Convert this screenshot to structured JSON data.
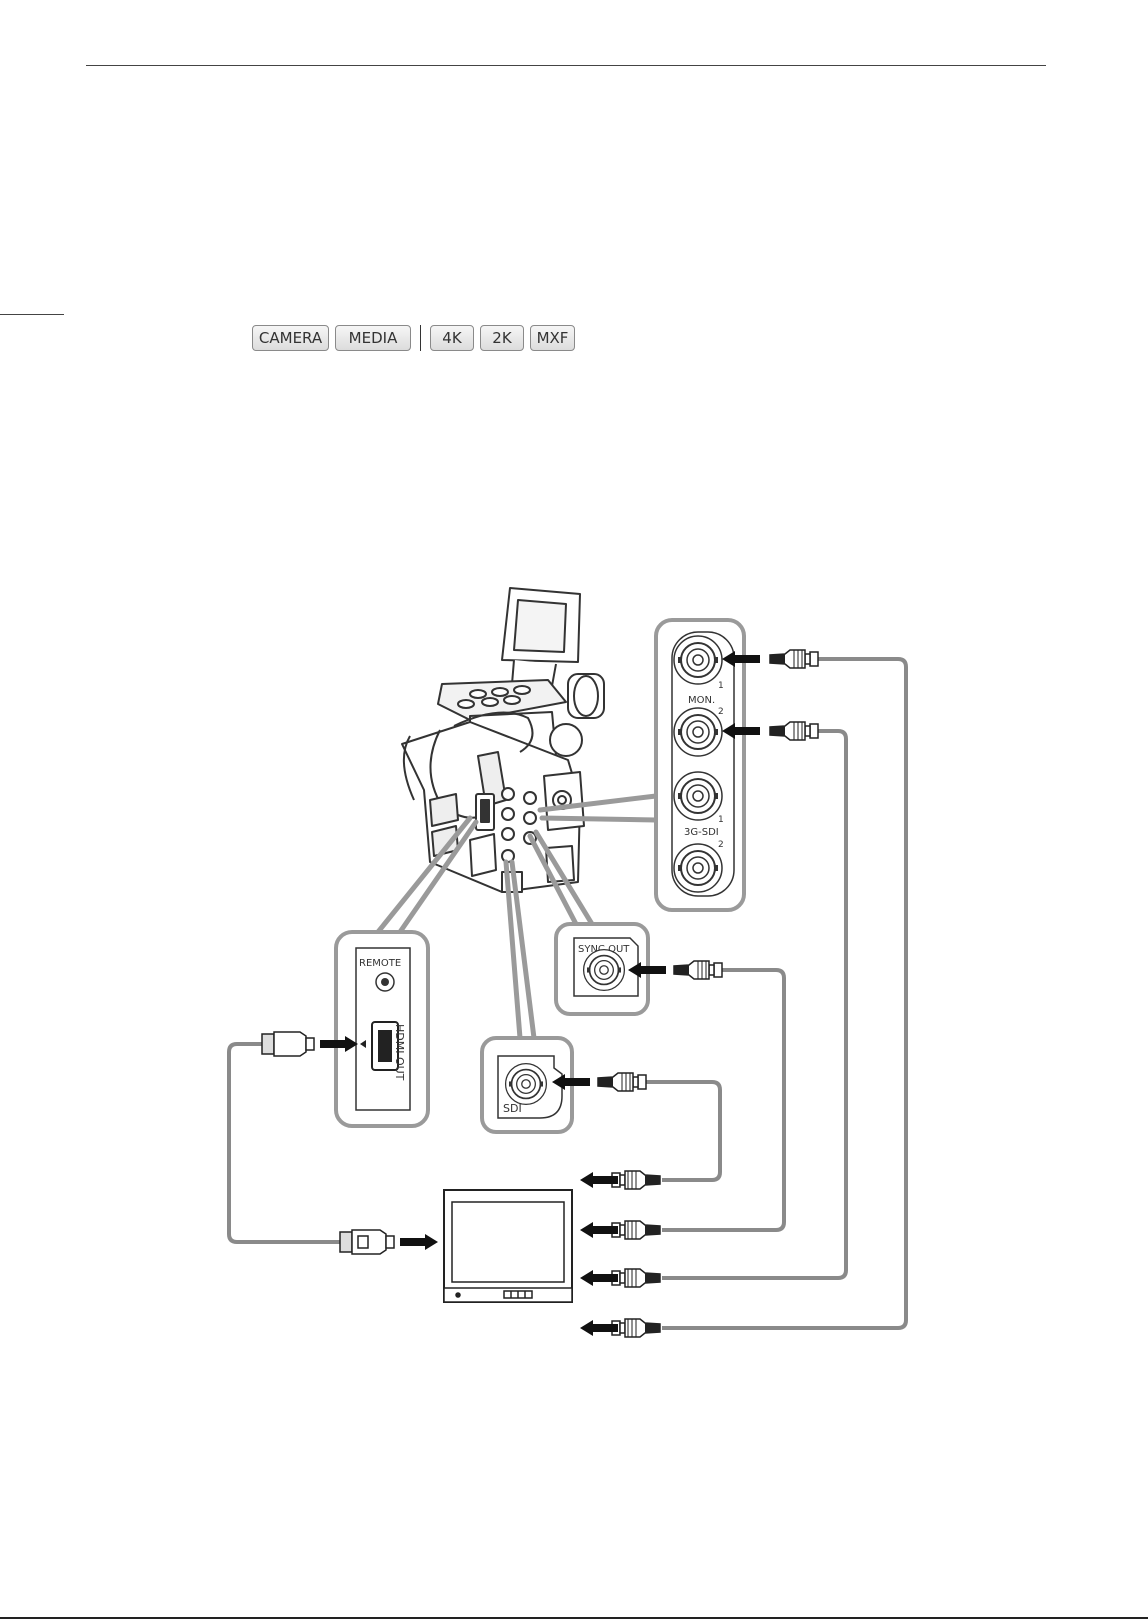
{
  "mode_buttons": [
    "CAMERA",
    "MEDIA",
    "4K",
    "2K",
    "MXF"
  ],
  "labels": {
    "mon": "MON.",
    "mon_1": "1",
    "mon_2": "2",
    "sdi3g": "3G-SDI",
    "sdi3g_1": "1",
    "sdi3g_2": "2",
    "sync_out": "SYNC OUT",
    "remote": "REMOTE",
    "hdmi_out": "HDMI OUT",
    "sdi": "SDI"
  }
}
